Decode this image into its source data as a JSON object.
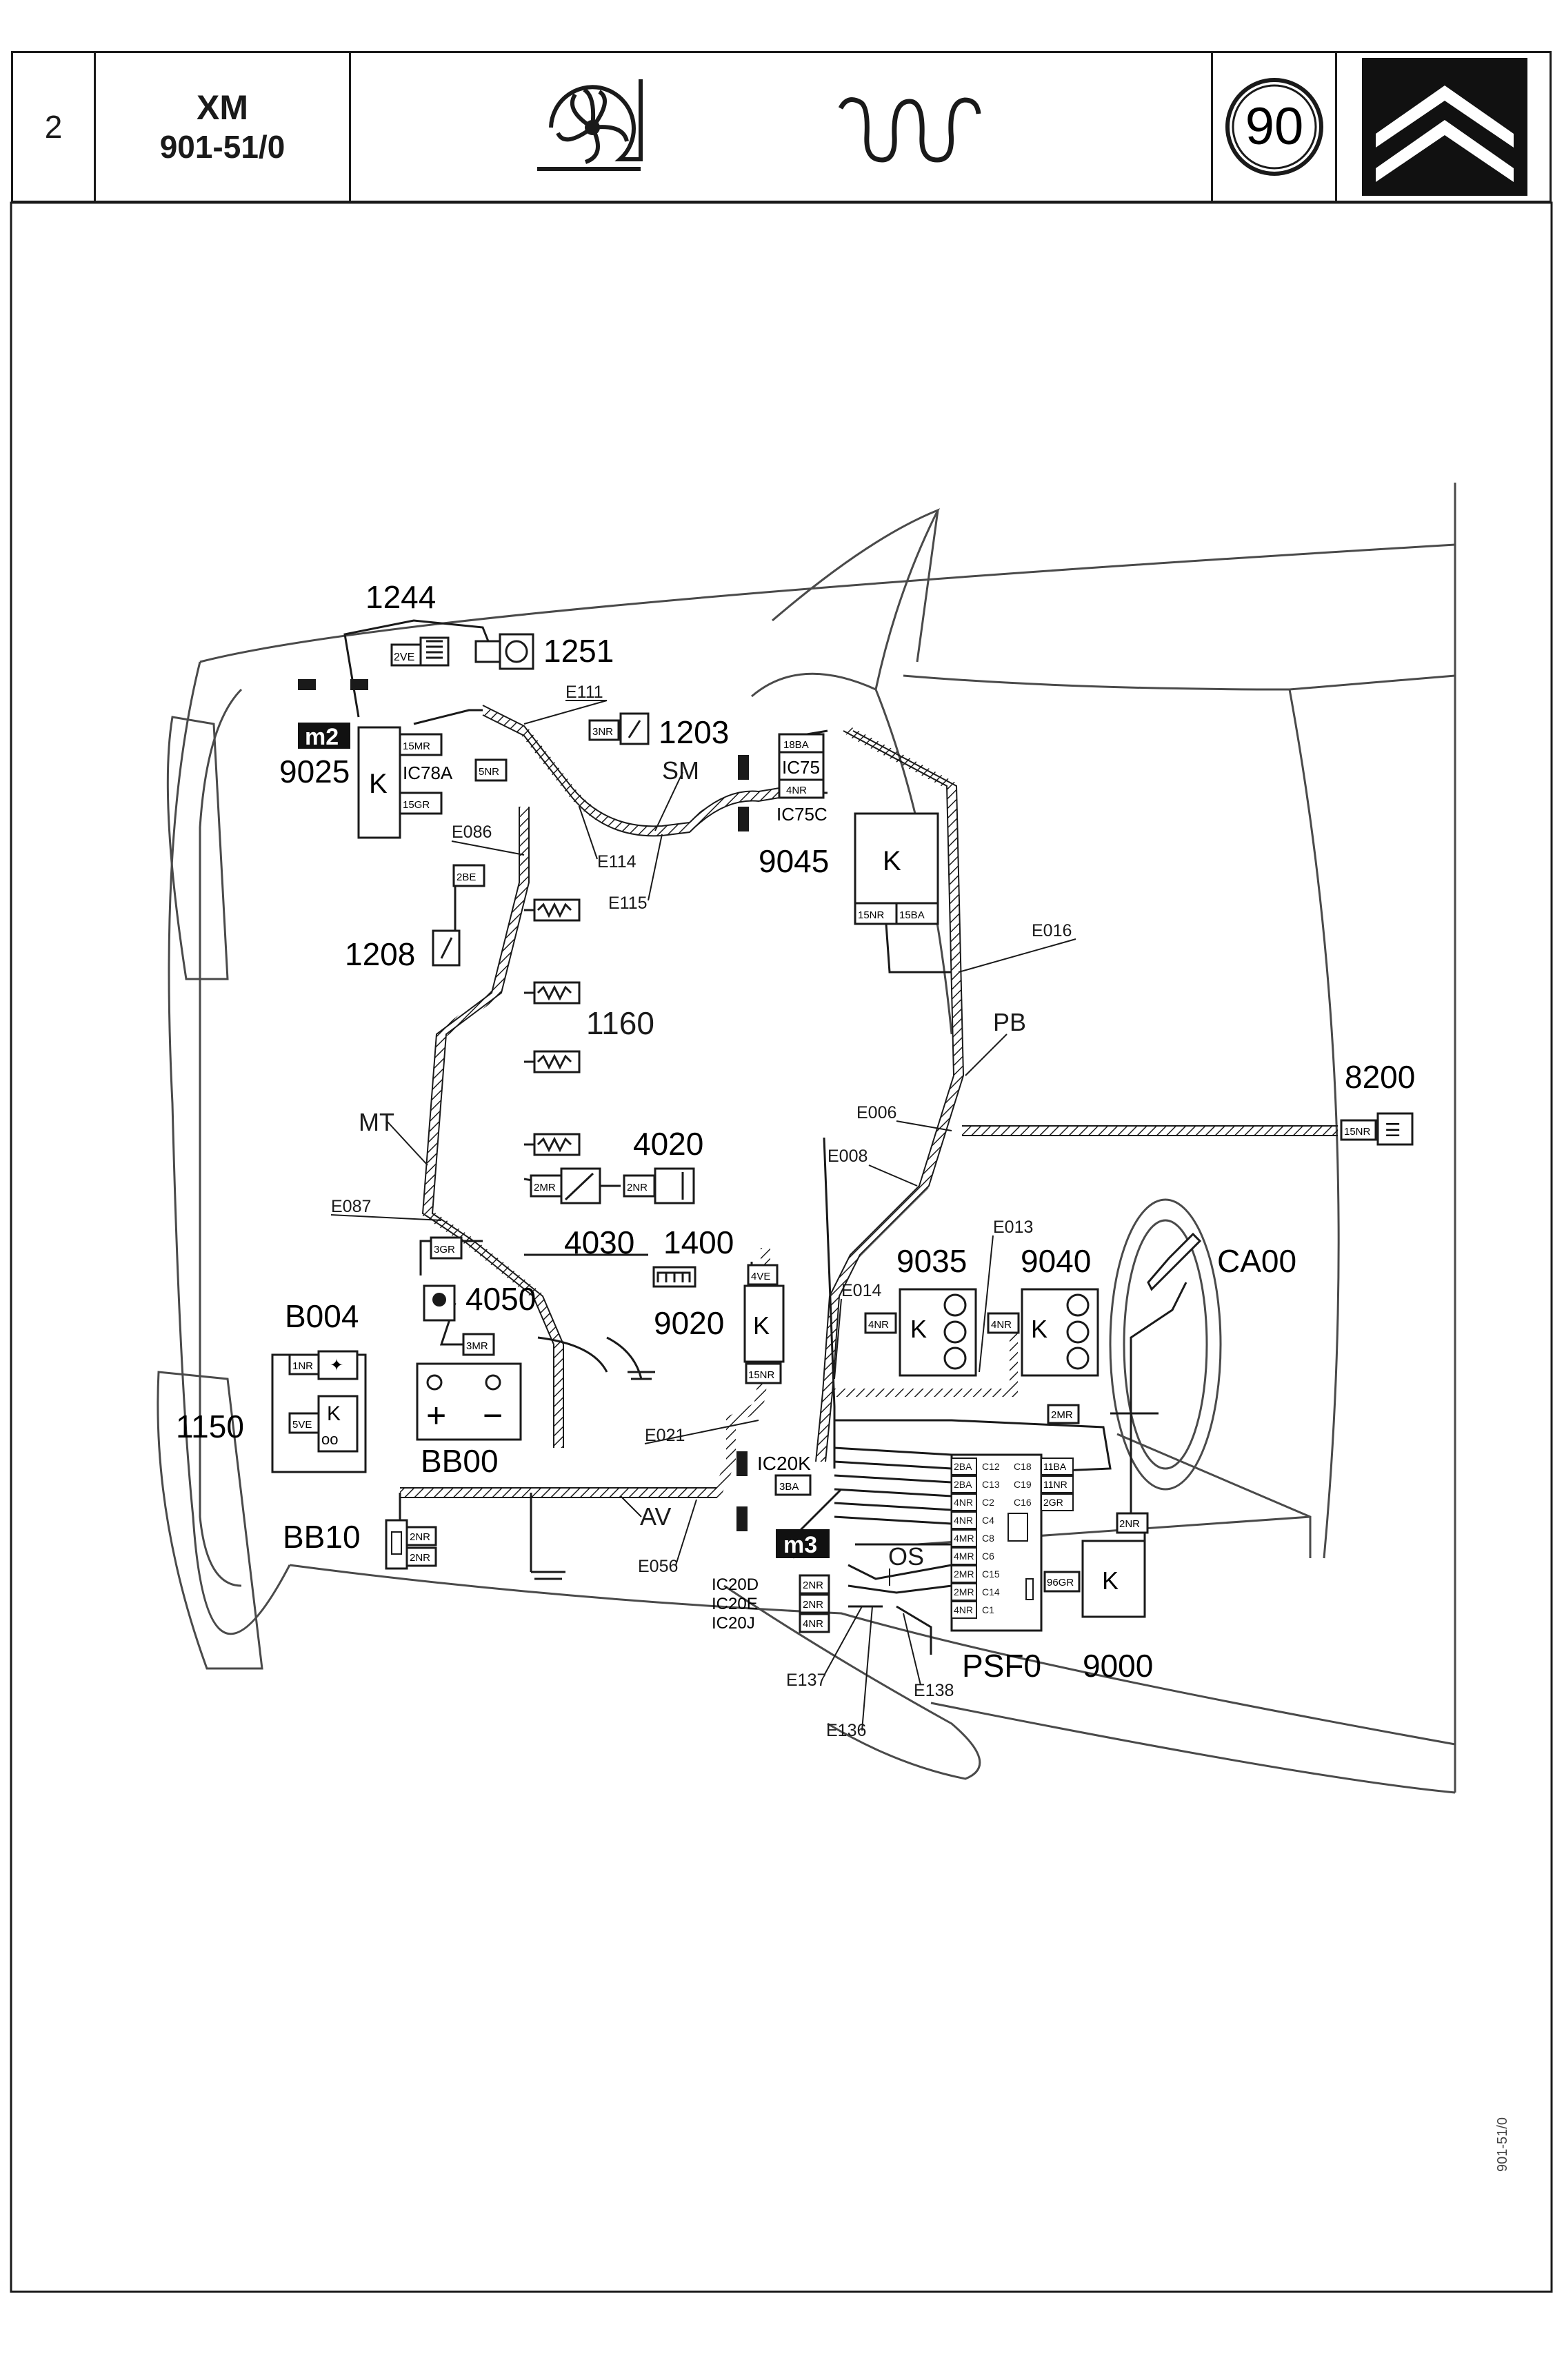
{
  "header": {
    "page_number": "2",
    "model": "XM",
    "doc_code": "901-51/0",
    "year": "90",
    "symbols": [
      "fan-icon",
      "heater-coil-icon",
      "citroen-logo"
    ]
  },
  "diagram": {
    "components": {
      "c1244": "1244",
      "c1251": "1251",
      "c1203": "1203",
      "c9025": "9025",
      "c1208": "1208",
      "c1160": "1160",
      "c4020": "4020",
      "c4030": "4030",
      "c1400": "1400",
      "c4050": "4050",
      "c9020": "9020",
      "cB004": "B004",
      "c1150": "1150",
      "cBB00": "BB00",
      "cBB10": "BB10",
      "c9045": "9045",
      "c8200": "8200",
      "c9035": "9035",
      "c9040": "9040",
      "cCA00": "CA00",
      "cPSF0": "PSF0",
      "c9000": "9000"
    },
    "harness": {
      "SM": "SM",
      "MT": "MT",
      "PB": "PB",
      "AV": "AV",
      "OS": "OS"
    },
    "splices": {
      "E111": "E111",
      "E114": "E114",
      "E115": "E115",
      "E086": "E086",
      "E087": "E087",
      "E016": "E016",
      "E006": "E006",
      "E008": "E008",
      "E013": "E013",
      "E014": "E014",
      "E021": "E021",
      "E056": "E056",
      "E137": "E137",
      "E136": "E136",
      "E138": "E138"
    },
    "connectors": {
      "IC78A": "IC78A",
      "IC75": "IC75",
      "IC75C": "IC75C",
      "IC20K": "IC20K",
      "IC20D": "IC20D",
      "IC20E": "IC20E",
      "IC20J": "IC20J"
    },
    "ground_points": {
      "m2": "m2",
      "m3": "m3"
    },
    "pin_tags": {
      "p2VE": "2VE",
      "p3NR": "3NR",
      "p15MR": "15MR",
      "p5NR": "5NR",
      "p15GR": "15GR",
      "p2BE": "2BE",
      "p18BA": "18BA",
      "p4NR": "4NR",
      "p15NR": "15NR",
      "p15BA": "15BA",
      "p2MR": "2MR",
      "p2NR": "2NR",
      "p3GR": "3GR",
      "p3MR": "3MR",
      "p4VE": "4VE",
      "p1NR": "1NR",
      "p5VE": "5VE",
      "p3BA": "3BA",
      "p96GR": "96GR",
      "p2BA": "2BA",
      "p4MR": "4MR",
      "p11BA": "11BA",
      "p11NR": "11NR",
      "p2GR": "2GR"
    },
    "fuse_block": {
      "left_col": [
        "C12",
        "C13",
        "C2",
        "C4",
        "C8",
        "C6",
        "C15",
        "C14",
        "C1"
      ],
      "right_col": [
        "C18",
        "C19",
        "C16"
      ]
    },
    "battery_signs": {
      "plus": "+",
      "minus": "−"
    }
  },
  "footer": {
    "side_code": "901-51/0"
  }
}
